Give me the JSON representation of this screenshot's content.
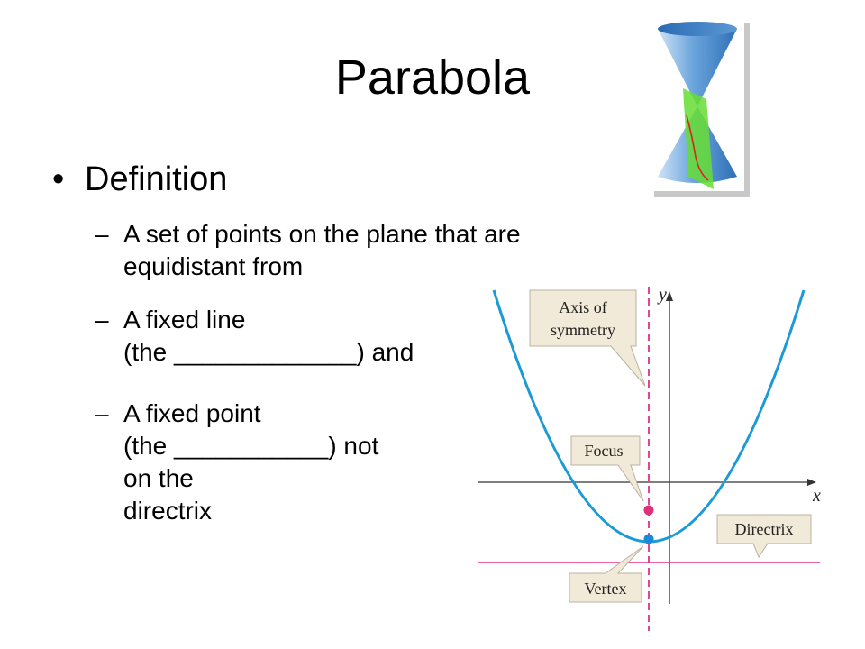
{
  "slide": {
    "title": "Parabola",
    "bullet": "Definition",
    "subbullets": [
      {
        "dash": "–",
        "line1": "A set of points on the plane that are",
        "line2": "equidistant from"
      },
      {
        "dash": "–",
        "line1": "A fixed line",
        "line2": "(the _____________) and"
      },
      {
        "dash": "–",
        "line1": "A fixed point",
        "line2": "(the ___________) not",
        "line3": "on the",
        "line4": "directrix"
      }
    ]
  },
  "diagram": {
    "labels": {
      "axis_line1": "Axis of",
      "axis_line2": "symmetry",
      "focus": "Focus",
      "directrix": "Directrix",
      "vertex": "Vertex",
      "x_axis": "x",
      "y_axis": "y"
    },
    "colors": {
      "parabola": "#1a9ad6",
      "directrix": "#e0308a",
      "focus_point": "#e0307a",
      "vertex_point": "#1a8ad6",
      "callout_fill": "#f2ead8",
      "cone": "#4f8fd0",
      "plane": "#66dd33"
    },
    "icons": [
      "double-cone-icon"
    ]
  }
}
